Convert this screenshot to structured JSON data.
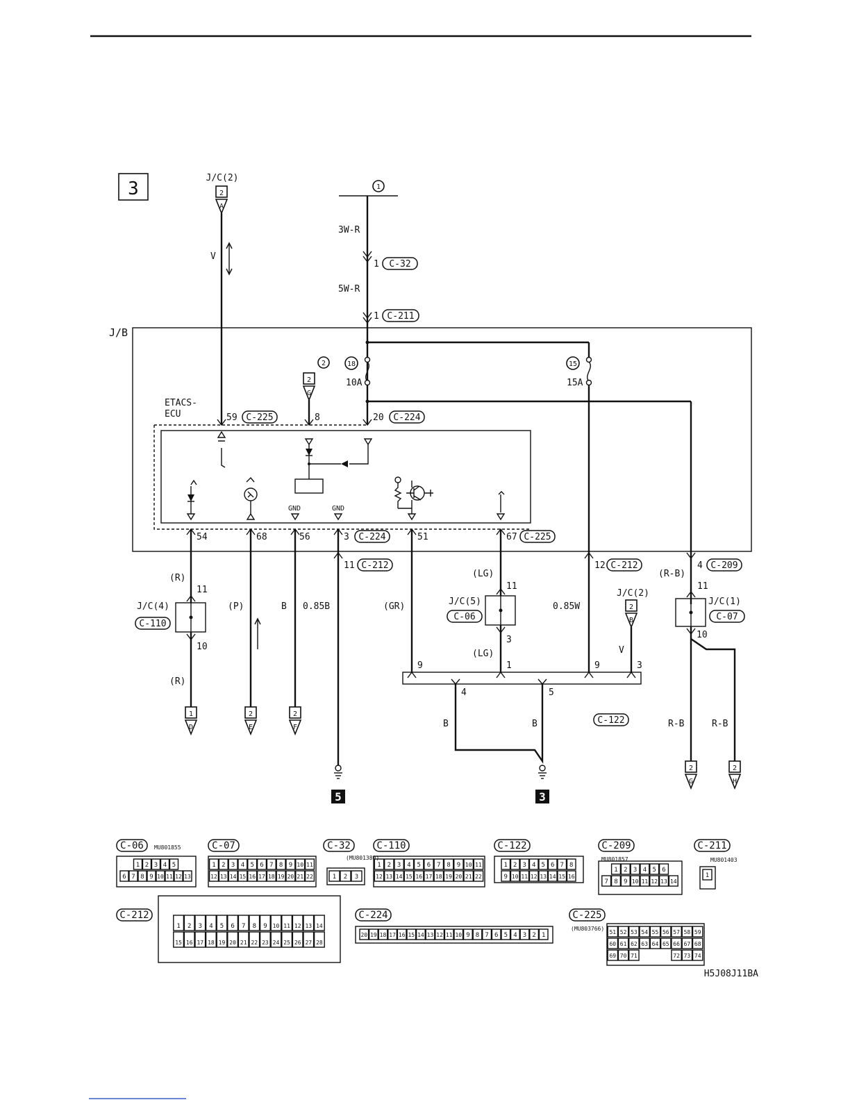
{
  "page_number": "3",
  "drawing_code": "H5J08J11BA",
  "labels": {
    "jc2_top": "J/C(2)",
    "jc2_top_sq": "2",
    "jc2_top_letter": "A",
    "wire_v_top": "V",
    "circle_1": "1",
    "wire_3wr": "3W-R",
    "pin_c32": "1",
    "conn_c32": "C-32",
    "wire_5wr": "5W-R",
    "pin_c211": "1",
    "conn_c211": "C-211",
    "jb": "J/B",
    "circle_2": "2",
    "fuse18": "18",
    "fuse18_amp": "10A",
    "fuse15": "15",
    "fuse15_amp": "15A",
    "sq_g_num": "2",
    "sq_g_letter": "G",
    "etacs": "ETACS-",
    "ecu": "ECU",
    "pin59": "59",
    "conn_c225_a": "C-225",
    "pin8": "8",
    "pin20": "20",
    "conn_c224_a": "C-224",
    "gnd1": "GND",
    "gnd2": "GND",
    "pin54": "54",
    "pin68": "68",
    "pin56": "56",
    "pin3": "3",
    "conn_c224_b": "C-224",
    "pin51": "51",
    "pin67": "67",
    "conn_c225_b": "C-225",
    "pin11_c212": "11",
    "conn_c212_a": "C-212",
    "pin12_c212": "12",
    "conn_c212_b": "C-212",
    "pin4_c209": "4",
    "conn_c209": "C-209",
    "wire_r1": "(R)",
    "pin11_jc4": "11",
    "jc4": "J/C(4)",
    "conn_c110": "C-110",
    "pin10_jc4": "10",
    "wire_r2": "(R)",
    "wire_p": "(P)",
    "wire_b": "B",
    "wire_085b": "0.85B",
    "wire_gr": "(GR)",
    "wire_lg1": "(LG)",
    "pin11_jc5": "11",
    "jc5": "J/C(5)",
    "conn_c06": "C-06",
    "pin3_jc5": "3",
    "wire_lg2": "(LG)",
    "wire_085w": "0.85W",
    "jc2_mid": "J/C(2)",
    "jc2_mid_sq": "2",
    "jc2_mid_letter": "B",
    "wire_v_mid": "V",
    "wire_rb1": "(R-B)",
    "pin11_jc1": "11",
    "jc1": "J/C(1)",
    "conn_c07": "C-07",
    "pin10_jc1": "10",
    "bar_pin9a": "9",
    "bar_pin1": "1",
    "bar_pin9b": "9",
    "bar_pin3": "3",
    "bar_pin4": "4",
    "bar_pin5": "5",
    "wire_b_l": "B",
    "wire_b_r": "B",
    "conn_c122": "C-122",
    "wire_rb_l": "R-B",
    "wire_rb_r": "R-B",
    "term_d_num": "1",
    "term_d_letter": "D",
    "term_e_num": "2",
    "term_e_letter": "E",
    "term_f_num": "2",
    "term_f_letter": "F",
    "term_g_num": "2",
    "term_g_letter": "G",
    "term_h_num": "2",
    "term_h_letter": "H",
    "ground_ref_5": "5",
    "ground_ref_3": "3"
  },
  "connectors": {
    "c06": {
      "name": "C-06",
      "part": "MU801855",
      "row1": [
        "1",
        "2",
        "3",
        "4",
        "5"
      ],
      "row2": [
        "6",
        "7",
        "8",
        "9",
        "10",
        "11",
        "12",
        "13"
      ]
    },
    "c07": {
      "name": "C-07",
      "row1": [
        "1",
        "2",
        "3",
        "4",
        "5",
        "6",
        "7",
        "8",
        "9",
        "10",
        "11"
      ],
      "row2": [
        "12",
        "13",
        "14",
        "15",
        "16",
        "17",
        "18",
        "19",
        "20",
        "21",
        "22"
      ]
    },
    "c32": {
      "name": "C-32",
      "part": "(MU801380)",
      "row1": [
        "1",
        "2",
        "3"
      ]
    },
    "c110": {
      "name": "C-110",
      "row1": [
        "1",
        "2",
        "3",
        "4",
        "5",
        "6",
        "7",
        "8",
        "9",
        "10",
        "11"
      ],
      "row2": [
        "12",
        "13",
        "14",
        "15",
        "16",
        "17",
        "18",
        "19",
        "20",
        "21",
        "22"
      ]
    },
    "c122": {
      "name": "C-122",
      "row1": [
        "1",
        "2",
        "3",
        "4",
        "5",
        "6",
        "7",
        "8"
      ],
      "row2": [
        "9",
        "10",
        "11",
        "12",
        "13",
        "14",
        "15",
        "16"
      ]
    },
    "c209": {
      "name": "C-209",
      "part": "MU801857",
      "row1": [
        "1",
        "2",
        "3",
        "4",
        "5",
        "6"
      ],
      "row2": [
        "7",
        "8",
        "9",
        "10",
        "11",
        "12",
        "13",
        "14"
      ]
    },
    "c211": {
      "name": "C-211",
      "part": "MU801403",
      "row1": [
        "1"
      ]
    },
    "c212": {
      "name": "C-212",
      "row1": [
        "1",
        "2",
        "3",
        "4",
        "5",
        "6",
        "7",
        "8",
        "9",
        "10",
        "11",
        "12",
        "13",
        "14"
      ],
      "row2": [
        "15",
        "16",
        "17",
        "18",
        "19",
        "20",
        "21",
        "22",
        "23",
        "24",
        "25",
        "26",
        "27",
        "28"
      ]
    },
    "c224": {
      "name": "C-224",
      "row1": [
        "20",
        "19",
        "18",
        "17",
        "16",
        "15",
        "14",
        "13",
        "12",
        "11",
        "10",
        "9",
        "8",
        "7",
        "6",
        "5",
        "4",
        "3",
        "2",
        "1"
      ]
    },
    "c225": {
      "name": "C-225",
      "part": "(MU803766)",
      "row1": [
        "51",
        "52",
        "53",
        "54",
        "55",
        "56",
        "57",
        "58",
        "59"
      ],
      "row2": [
        "60",
        "61",
        "62",
        "63",
        "64",
        "65",
        "66",
        "67",
        "68"
      ],
      "row3": [
        "69",
        "70",
        "71",
        "",
        "",
        "",
        "72",
        "73",
        "74"
      ]
    }
  }
}
